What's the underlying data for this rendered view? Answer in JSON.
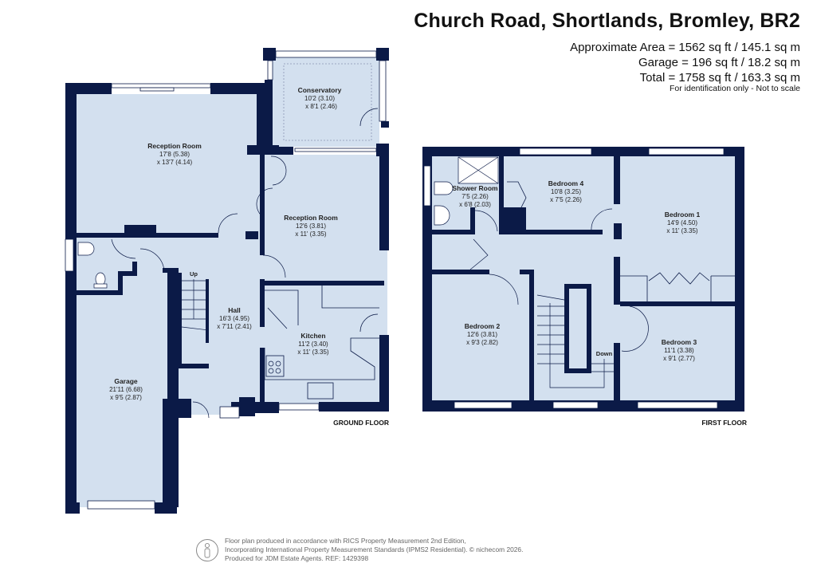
{
  "header": {
    "title": "Church Road, Shortlands, Bromley, BR2",
    "area_lines": [
      "Approximate Area = 1562 sq ft / 145.1 sq m",
      "Garage = 196 sq ft / 18.2 sq m",
      "Total = 1758 sq ft / 163.3 sq m"
    ],
    "note": "For identification only - Not to scale"
  },
  "colors": {
    "wall": "#0b1a47",
    "floor": "#d3e0ef",
    "window": "#e8eff7",
    "line": "#0b1a47"
  },
  "ground_floor": {
    "label": "GROUND FLOOR",
    "rooms": [
      {
        "name": "Conservatory",
        "dim1": "10'2 (3.10)",
        "dim2": "x 8'1 (2.46)"
      },
      {
        "name": "Reception Room",
        "dim1": "17'8 (5.38)",
        "dim2": "x 13'7 (4.14)"
      },
      {
        "name": "Reception Room",
        "dim1": "12'6 (3.81)",
        "dim2": "x 11' (3.35)"
      },
      {
        "name": "Hall",
        "dim1": "16'3 (4.95)",
        "dim2": "x 7'11 (2.41)"
      },
      {
        "name": "Kitchen",
        "dim1": "11'2 (3.40)",
        "dim2": "x 11' (3.35)"
      },
      {
        "name": "Garage",
        "dim1": "21'11 (6.68)",
        "dim2": "x 9'5 (2.87)"
      }
    ],
    "stairs_label": "Up"
  },
  "first_floor": {
    "label": "FIRST FLOOR",
    "rooms": [
      {
        "name": "Shower Room",
        "dim1": "7'5 (2.26)",
        "dim2": "x 6'8 (2.03)"
      },
      {
        "name": "Bedroom 4",
        "dim1": "10'8 (3.25)",
        "dim2": "x 7'5 (2.26)"
      },
      {
        "name": "Bedroom 1",
        "dim1": "14'9 (4.50)",
        "dim2": "x 11' (3.35)"
      },
      {
        "name": "Bedroom 2",
        "dim1": "12'6 (3.81)",
        "dim2": "x 9'3 (2.82)"
      },
      {
        "name": "Bedroom 3",
        "dim1": "11'1 (3.38)",
        "dim2": "x 9'1 (2.77)"
      }
    ],
    "stairs_label": "Down"
  },
  "footer": {
    "icon": "person-icon",
    "lines": [
      "Floor plan produced in accordance with RICS Property Measurement 2nd Edition,",
      "Incorporating International Property Measurement Standards (IPMS2 Residential).   © nichecom 2026.",
      "Produced for JDM Estate Agents.   REF: 1429398"
    ]
  }
}
